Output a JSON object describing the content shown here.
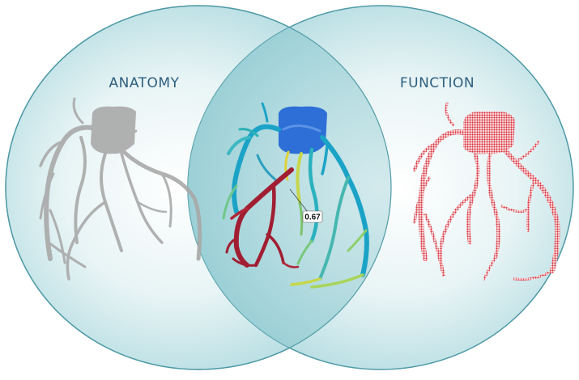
{
  "diagram": {
    "left_label": "ANATOMY",
    "right_label": "FUNCTION",
    "center_annotation": "0.67"
  },
  "colors": {
    "circle_fill": "#cfe9ec",
    "circle_stroke": "#4f9aa6",
    "anatomy_vessel": "#a9a9a9",
    "function_vessel": "#d9343f",
    "aorta": "#2d6fd6",
    "ffr_high": "#1ba3c7",
    "ffr_mid": "#c7d64a",
    "ffr_low": "#a11e32"
  }
}
